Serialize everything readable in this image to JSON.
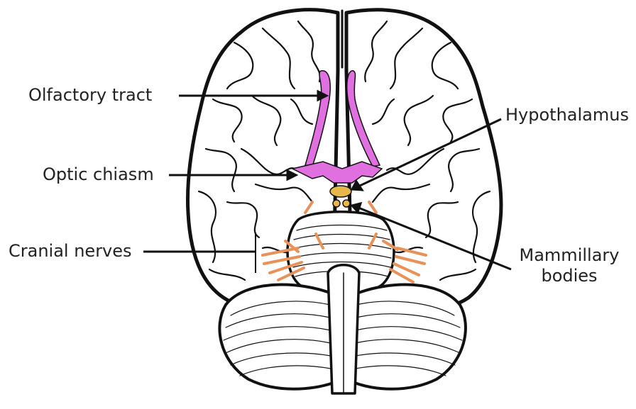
{
  "labels": {
    "olfactory_tract": "Olfactory tract",
    "optic_chiasm": "Optic chiasm",
    "cranial_nerves": "Cranial nerves",
    "hypothalamus": "Hypothalamus",
    "mammillary_bodies_line1": "Mammillary",
    "mammillary_bodies_line2": "bodies"
  },
  "colors": {
    "outline": "#111111",
    "olfactory_tract": "#e070e0",
    "optic_chiasm": "#e070e0",
    "hypothalamus": "#e6b84a",
    "mammillary_bodies": "#e6b84a",
    "cranial_nerves": "#e8925a",
    "label_text": "#222222"
  }
}
